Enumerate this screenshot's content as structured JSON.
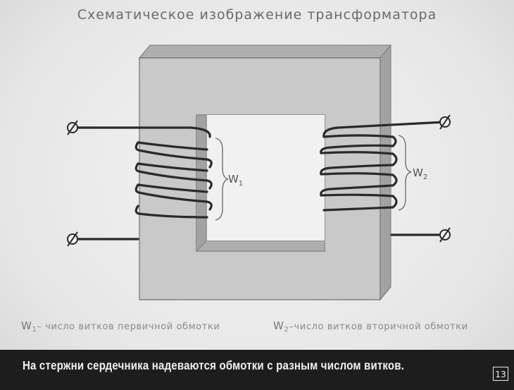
{
  "title": "Схематическое изображение трансформатора",
  "labels": {
    "w1_symbol": "W",
    "w1_sub": "1",
    "w2_symbol": "W",
    "w2_sub": "2"
  },
  "legend": {
    "w1_symbol": "W",
    "w1_sub": "1",
    "w1_text": "– число витков первичной обмотки",
    "w2_symbol": "W",
    "w2_sub": "2",
    "w2_text": "–число витков вторичной обмотки"
  },
  "caption": "На стержни сердечника надеваются обмотки с разным числом витков.",
  "page_number": "13"
}
